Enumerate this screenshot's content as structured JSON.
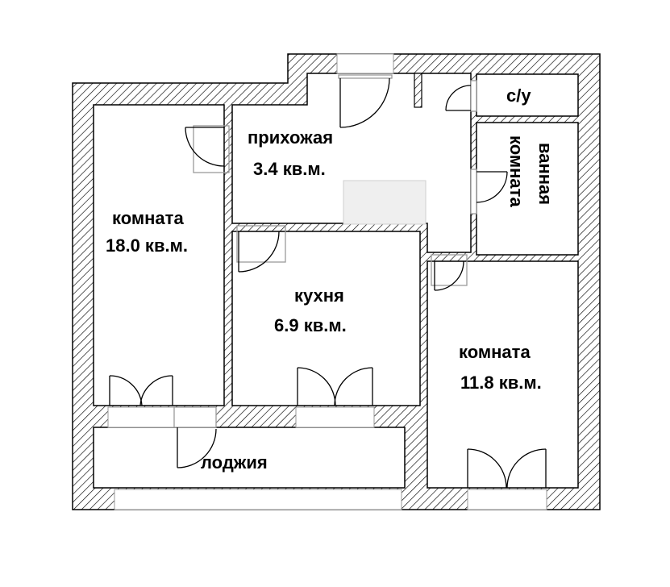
{
  "rooms": {
    "hallway": {
      "name": "прихожая",
      "area": "3.4 кв.м."
    },
    "room_large": {
      "name": "комната",
      "area": "18.0 кв.м."
    },
    "kitchen": {
      "name": "кухня",
      "area": "6.9 кв.м."
    },
    "room_small": {
      "name": "комната",
      "area": "11.8 кв.м."
    },
    "toilet": {
      "name": "с/у"
    },
    "bathroom": {
      "line1": "ванная",
      "line2": "комната"
    },
    "loggia": {
      "name": "лоджия"
    }
  },
  "colors": {
    "wall_stroke": "#000000",
    "wall_hatch": "#000000",
    "background": "#ffffff",
    "door_stroke": "#000000",
    "window_stroke": "#9a9a9a",
    "shade_fill": "#efefef"
  }
}
